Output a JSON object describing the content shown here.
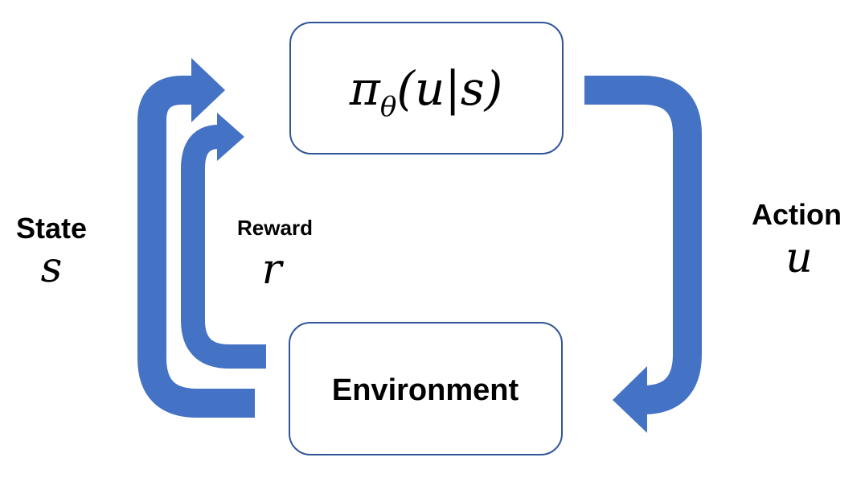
{
  "colors": {
    "arrow": "#4472C4",
    "box_stroke": "#2F5597",
    "text": "#000000"
  },
  "policy_box": {
    "pi": "π",
    "theta": "θ",
    "args": "(u|s)"
  },
  "environment_box": {
    "label": "Environment"
  },
  "state": {
    "label": "State",
    "symbol": "s"
  },
  "reward": {
    "label": "Reward",
    "symbol": "r"
  },
  "action": {
    "label": "Action",
    "symbol": "u"
  }
}
